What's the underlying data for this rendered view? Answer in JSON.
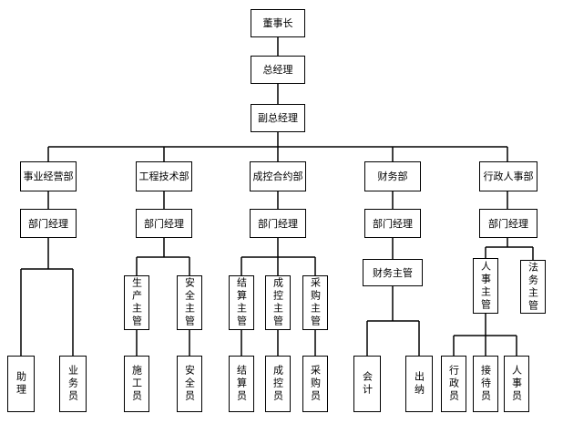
{
  "chart": {
    "ceo": "董事长",
    "gm": "总经理",
    "deputy_gm": "副总经理",
    "departments": [
      {
        "name": "事业经营部",
        "manager": "部门经理",
        "staff": [
          "助理",
          "业务员"
        ]
      },
      {
        "name": "工程技术部",
        "manager": "部门经理",
        "supervisors": [
          {
            "title": "生产主管",
            "staff": "施工员"
          },
          {
            "title": "安全主管",
            "staff": "安全员"
          }
        ]
      },
      {
        "name": "成控合约部",
        "manager": "部门经理",
        "supervisors": [
          {
            "title": "结算主管",
            "staff": "结算员"
          },
          {
            "title": "成控主管",
            "staff": "成控员"
          },
          {
            "title": "采购主管",
            "staff": "采购员"
          }
        ]
      },
      {
        "name": "财务部",
        "manager": "部门经理",
        "supervisor": "财务主管",
        "staff": [
          "会计",
          "出纳"
        ]
      },
      {
        "name": "行政人事部",
        "manager": "部门经理",
        "supervisors": [
          "人事主管",
          "法务主管"
        ],
        "staff": [
          "行政员",
          "接待员",
          "人事员"
        ]
      }
    ]
  }
}
